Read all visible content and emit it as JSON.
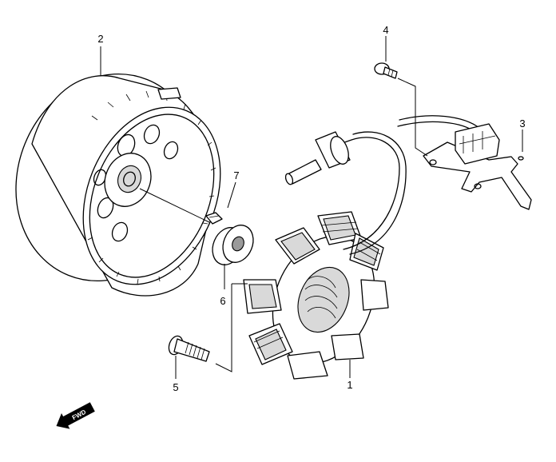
{
  "callouts": {
    "c1": "1",
    "c2": "2",
    "c3": "3",
    "c4": "4",
    "c5": "5",
    "c6": "6",
    "c7": "7"
  },
  "direction_badge": "FWD"
}
